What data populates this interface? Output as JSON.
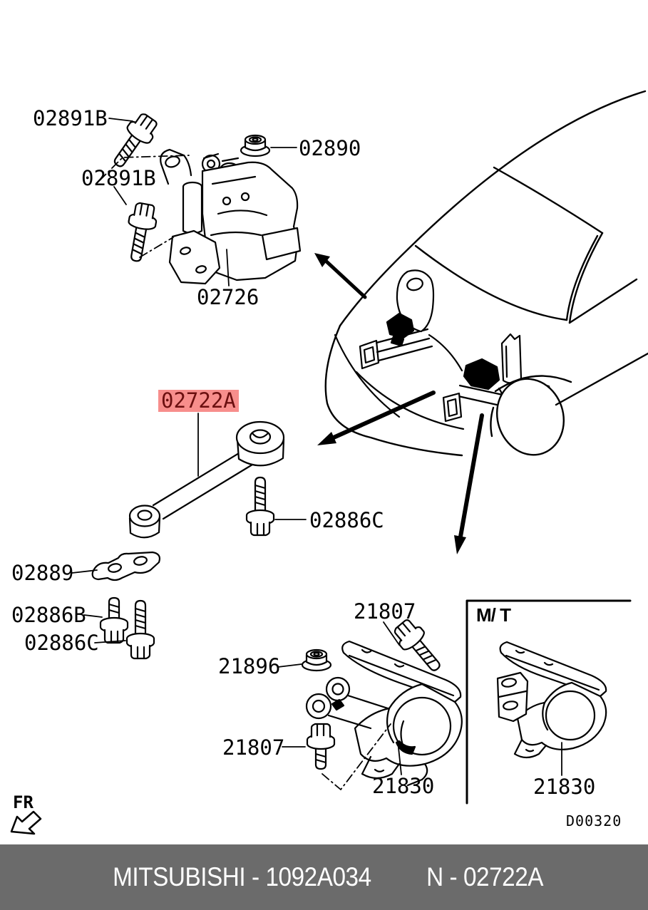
{
  "diagram": {
    "highlighted_part": "02722A",
    "labels": {
      "bolt_02891b_top": "02891B",
      "bolt_02891b_side": "02891B",
      "nut_02890": "02890",
      "engine_mount_02726": "02726",
      "torque_rod_02722a": "02722A",
      "bolt_02886c_right": "02886C",
      "bracket_02889": "02889",
      "bolt_02886b": "02886B",
      "bolt_02886c_left": "02886C",
      "bolt_21807_top": "21807",
      "nut_21896": "21896",
      "bolt_21807_bottom": "21807",
      "trans_mount_21830_main": "21830",
      "mt_box_title": "M/ T",
      "trans_mount_21830_mt": "21830",
      "drawing_code": "D00320",
      "fr_direction": "FR"
    },
    "colors": {
      "highlight_background": "#f78e8c",
      "highlight_text": "#6b0f0f",
      "line": "#000000"
    }
  },
  "footer": {
    "left_text": "MITSUBISHI - 1092A034",
    "right_text": "N - 02722A",
    "background": "#6b6b6b",
    "text_color": "#ffffff"
  }
}
